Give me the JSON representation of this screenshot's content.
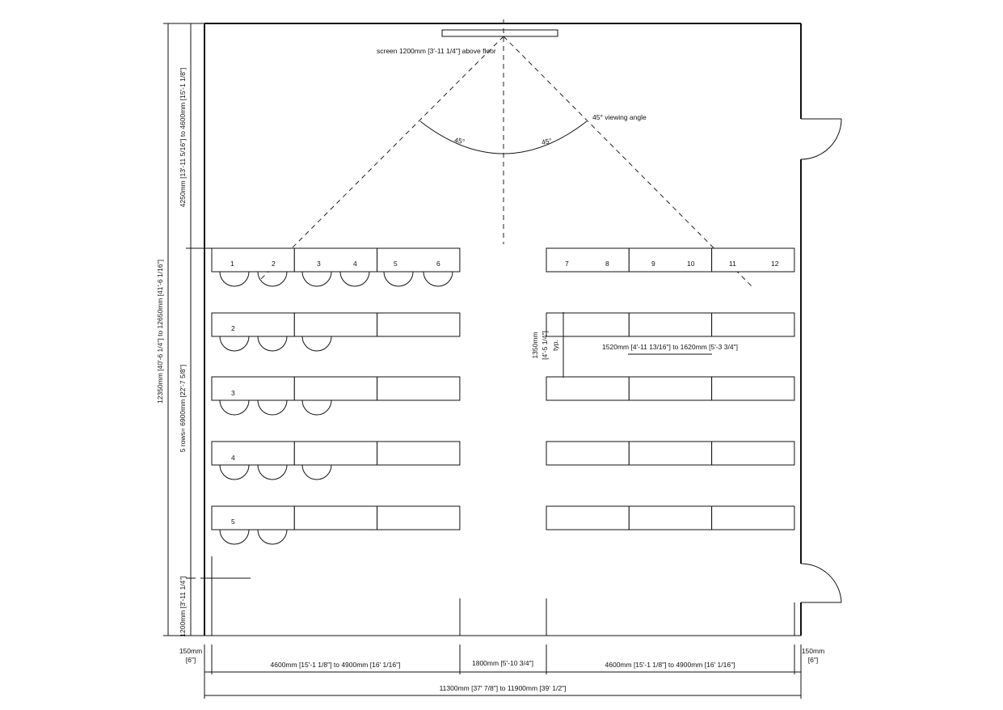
{
  "screen_label": "screen 1200mm [3'-11 1/4\"] above floor",
  "viewing_angle_label": "45° viewing angle",
  "angle_left": "45°",
  "angle_right": "45°",
  "seat_numbers": [
    "1",
    "2",
    "3",
    "4",
    "5",
    "6",
    "7",
    "8",
    "9",
    "10",
    "11",
    "12"
  ],
  "row_numbers": [
    "2",
    "3",
    "4",
    "5"
  ],
  "dimensions": {
    "overall_depth": "12350mm [40'-6 1/4\"] to 12650mm [41'-6 1/16\"]",
    "screen_to_first_row": "4250mm [13'-11 5/16\"] to 4600mm [15'-1 1/8\"]",
    "rows_depth": "5 rows= 6900mm [22'-7 5/8\"]",
    "rear_clearance": "1200mm [3'-11 1/4\"]",
    "row_spacing": [
      "1350mm",
      "[4'-5 1/4\"]",
      "typ."
    ],
    "table_width": "1520mm [4'-11 13/16\"] to 1620mm [5'-3 3/4\"]",
    "wall_left": [
      "150mm",
      "[6\"]"
    ],
    "wall_right": [
      "150mm",
      "[6\"]"
    ],
    "left_block": "4600mm [15'-1 1/8\"] to 4900mm [16' 1/16\"]",
    "aisle": "1800mm [5'-10 3/4\"]",
    "right_block": "4600mm [15'-1 1/8\"] to 4900mm [16' 1/16\"]",
    "overall_width": "11300mm [37' 7/8\"] to 11900mm [39' 1/2\"]"
  }
}
